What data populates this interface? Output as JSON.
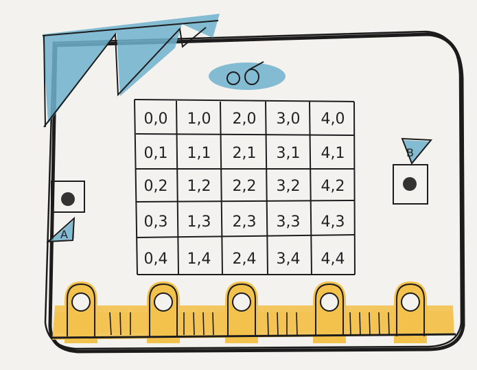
{
  "board": {
    "colors": {
      "paper": "#f4f2ee",
      "ink": "#1c1c1c",
      "watercolor_blue": "#6fb1cc",
      "watercolor_gold": "#f3c24d"
    }
  },
  "led_grid": {
    "rows": [
      [
        "0,0",
        "1,0",
        "2,0",
        "3,0",
        "4,0"
      ],
      [
        "0,1",
        "1,1",
        "2,1",
        "3,1",
        "4,1"
      ],
      [
        "0,2",
        "1,2",
        "2,2",
        "3,2",
        "4,2"
      ],
      [
        "0,3",
        "1,3",
        "2,3",
        "3,3",
        "4,3"
      ],
      [
        "0,4",
        "1,4",
        "2,4",
        "3,4",
        "4,4"
      ]
    ]
  },
  "buttons": {
    "a_label": "A",
    "b_label": "B"
  },
  "edge_connector": {
    "pad_count": 5
  }
}
